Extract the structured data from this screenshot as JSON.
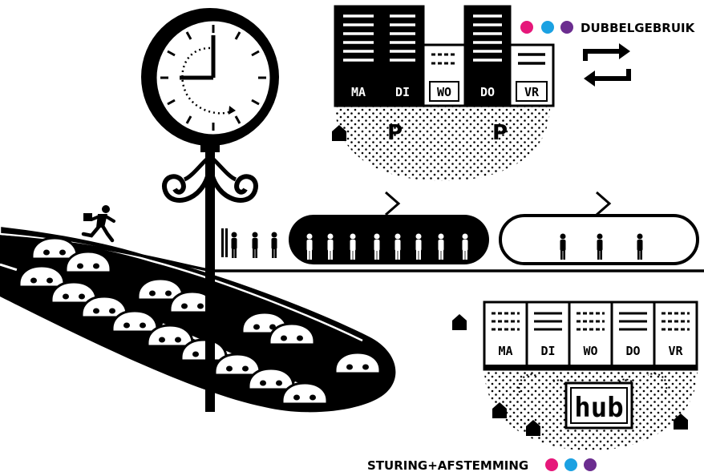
{
  "labels": {
    "dubbelgebruik": "DUBBELGEBRUIK",
    "sturing": "STURING+AFSTEMMING",
    "hub": "hub",
    "parking": "P"
  },
  "top_week": [
    {
      "day": "MA",
      "style": "dark"
    },
    {
      "day": "DI",
      "style": "dark"
    },
    {
      "day": "WO",
      "style": "light-short"
    },
    {
      "day": "DO",
      "style": "dark"
    },
    {
      "day": "VR",
      "style": "light"
    }
  ],
  "bottom_week": [
    {
      "day": "MA",
      "style": "light"
    },
    {
      "day": "DI",
      "style": "light"
    },
    {
      "day": "WO",
      "style": "light"
    },
    {
      "day": "DO",
      "style": "light"
    },
    {
      "day": "VR",
      "style": "light"
    }
  ],
  "legend_colors": [
    "#e6177a",
    "#1ba1e2",
    "#6b2d8f"
  ]
}
